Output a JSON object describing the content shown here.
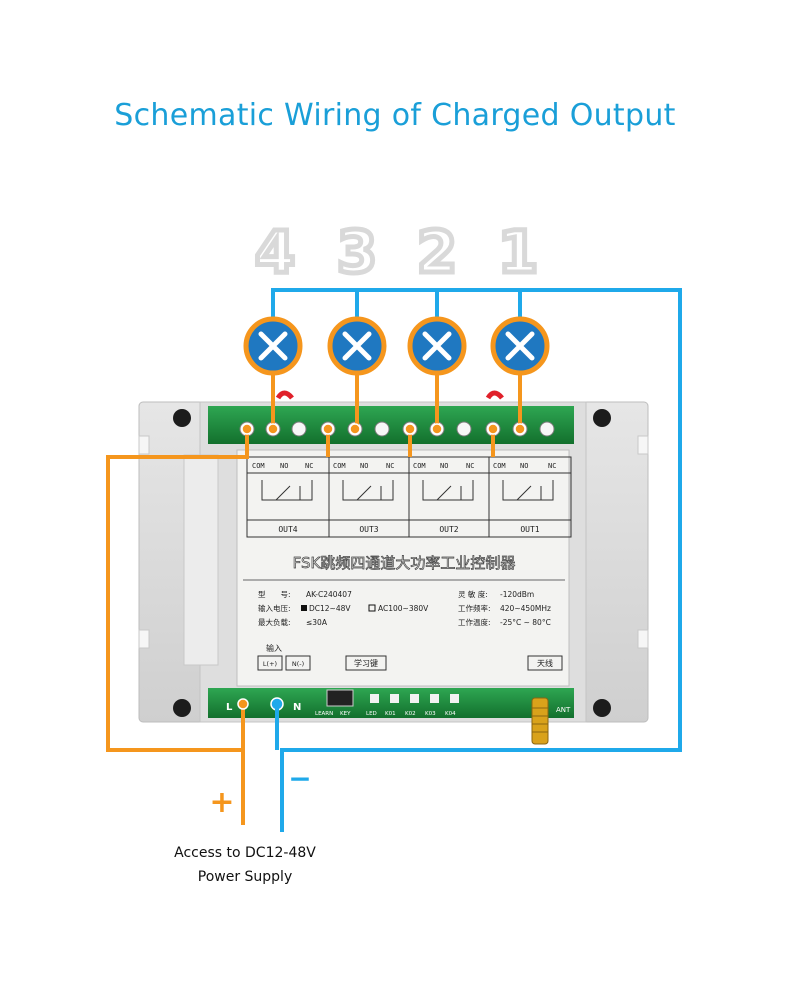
{
  "title": "Schematic Wiring of Charged Output",
  "channel_numbers": [
    "4",
    "3",
    "2",
    "1"
  ],
  "out_labels": [
    "OUT4",
    "OUT3",
    "OUT2",
    "OUT1"
  ],
  "relay_terminal_labels": [
    "COM",
    "NO",
    "NC"
  ],
  "board_title": "FSK跳频四通道大功率工业控制器",
  "specs": {
    "model_label": "型　　号:",
    "model_value": "AK-C240407",
    "input_voltage_label": "输入电压:",
    "input_voltage_dc": "DC12~48V",
    "input_voltage_ac": "AC100~380V",
    "max_load_label": "最大负载:",
    "max_load_value": "≤30A",
    "sensitivity_label": "灵 敏 度:",
    "sensitivity_value": "-120dBm",
    "frequency_label": "工作频率:",
    "frequency_value": "420~450MHz",
    "temperature_label": "工作温度:",
    "temperature_value": "-25°C ~ 80°C"
  },
  "input_label": "输入",
  "input_terminals": [
    "L(+)",
    "N(-)"
  ],
  "learn_button_label": "学习键",
  "antenna_label": "天线",
  "bottom_terminals": {
    "l": "L",
    "n": "N",
    "ant": "ANT"
  },
  "led_labels": [
    "LEARN",
    "KEY",
    "LED",
    "K01",
    "K02",
    "K03",
    "K04"
  ],
  "plus_sign": "+",
  "minus_sign": "−",
  "caption_line1": "Access to DC12-48V",
  "caption_line2": "Power Supply",
  "colors": {
    "title": "#1a9fd8",
    "blue_wire": "#1fa9ea",
    "orange_wire": "#f5961d",
    "lamp_fill": "#1f78c1",
    "number_gray": "#d9d9d9",
    "terminal_green": "#1b8a3b",
    "board_panel": "#f3f3f1"
  }
}
